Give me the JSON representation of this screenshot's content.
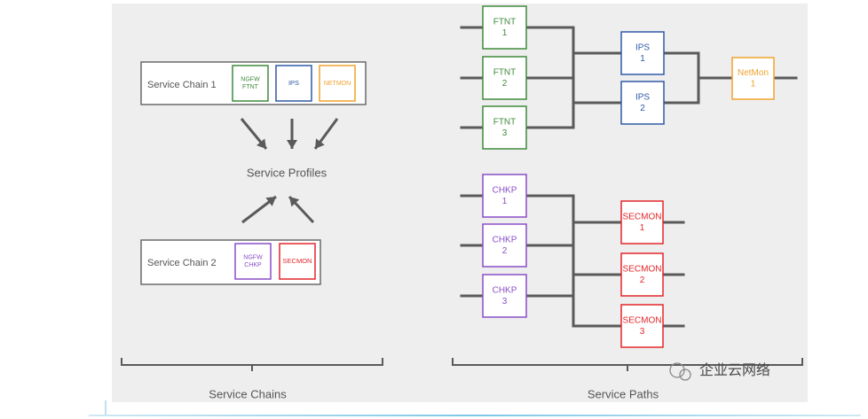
{
  "colors": {
    "green": "#3f8a3a",
    "blue": "#2e5aa6",
    "orange": "#f0a32d",
    "purple": "#8a4ec7",
    "red": "#e3262a",
    "line": "#5a5a5a",
    "box": "#6a6a6a",
    "text": "#555555"
  },
  "left": {
    "chain1": {
      "label": "Service Chain 1",
      "boxes": [
        "NGFW\nFTNT",
        "IPS",
        "NETMON"
      ]
    },
    "chain2": {
      "label": "Service Chain 2",
      "boxes": [
        "NGFW\nCHKP",
        "SECMON"
      ]
    },
    "profiles_label": "Service Profiles",
    "section_label": "Service Chains"
  },
  "right": {
    "top": {
      "ftnt": [
        "FTNT\n1",
        "FTNT\n2",
        "FTNT\n3"
      ],
      "ips": [
        "IPS\n1",
        "IPS\n2"
      ],
      "netmon": "NetMon\n1"
    },
    "bottom": {
      "chkp": [
        "CHKP\n1",
        "CHKP\n2",
        "CHKP\n3"
      ],
      "secmon": [
        "SECMON\n1",
        "SECMON\n2",
        "SECMON\n3"
      ]
    },
    "section_label": "Service Paths"
  },
  "watermark": {
    "text": "企业云网络",
    "icon": "wechat-icon"
  }
}
